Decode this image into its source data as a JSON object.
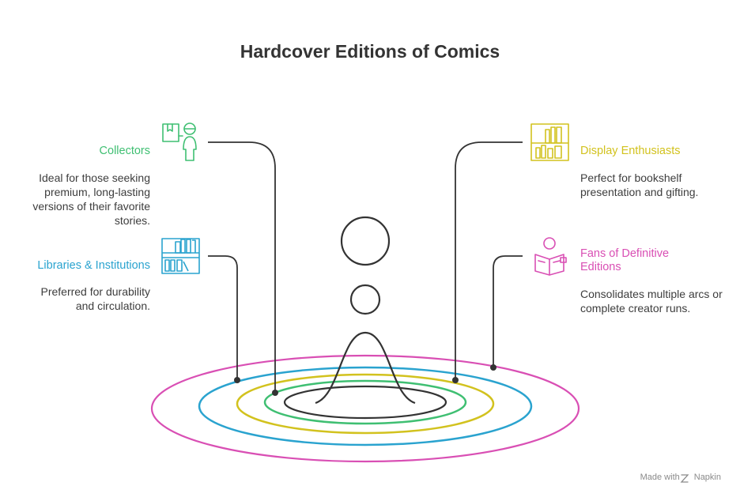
{
  "title": "Hardcover Editions of Comics",
  "segments": [
    {
      "id": "collectors",
      "heading": "Collectors",
      "description": "Ideal for those seeking premium, long-lasting versions of their favorite stories.",
      "color": "#3fbf72",
      "icon": "collector-person-icon"
    },
    {
      "id": "libraries",
      "heading": "Libraries & Institutions",
      "description": "Preferred for durability and circulation.",
      "color": "#2aa3cf",
      "icon": "bookshelf-icon"
    },
    {
      "id": "display",
      "heading": "Display Enthusiasts",
      "description": "Perfect for bookshelf presentation and gifting.",
      "color": "#d2c21e",
      "icon": "display-shelf-icon"
    },
    {
      "id": "fans",
      "heading": "Fans of Definitive Editions",
      "description": "Consolidates multiple arcs or complete creator runs.",
      "color": "#d94fb4",
      "icon": "reader-icon"
    }
  ],
  "footer": {
    "made_with": "Made with",
    "brand": "Napkin",
    "icon": "napkin-logo-icon"
  }
}
